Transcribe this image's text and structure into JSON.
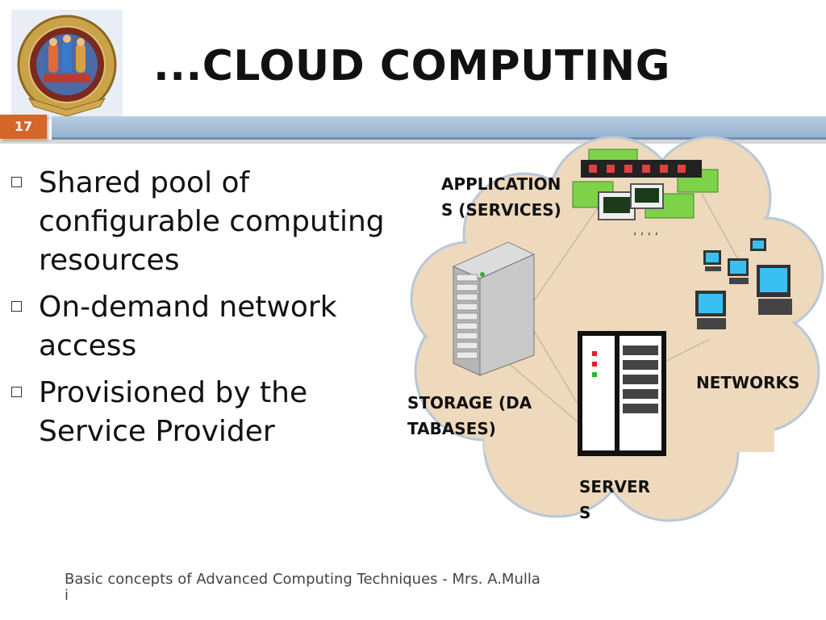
{
  "slide": {
    "title": "...CLOUD COMPUTING",
    "number": "17",
    "bullets": [
      "Shared pool of configurable computing resources",
      "On-demand network access",
      "Provisioned by the Service Provider"
    ],
    "footer": "Basic concepts of Advanced Computing Techniques - Mrs. A.Mullai"
  },
  "diagram": {
    "labels": {
      "applications": "APPLICATIONS (SERVICES)",
      "storage": "STORAGE (DATABASES)",
      "networks": "NETWORKS",
      "servers": "SERVERS"
    },
    "cloud_color": "#eed9bc",
    "cloud_outline": "#b8c8d8"
  },
  "colors": {
    "slide_number_bg": "#d4662a",
    "band": "#a7c0d8"
  }
}
